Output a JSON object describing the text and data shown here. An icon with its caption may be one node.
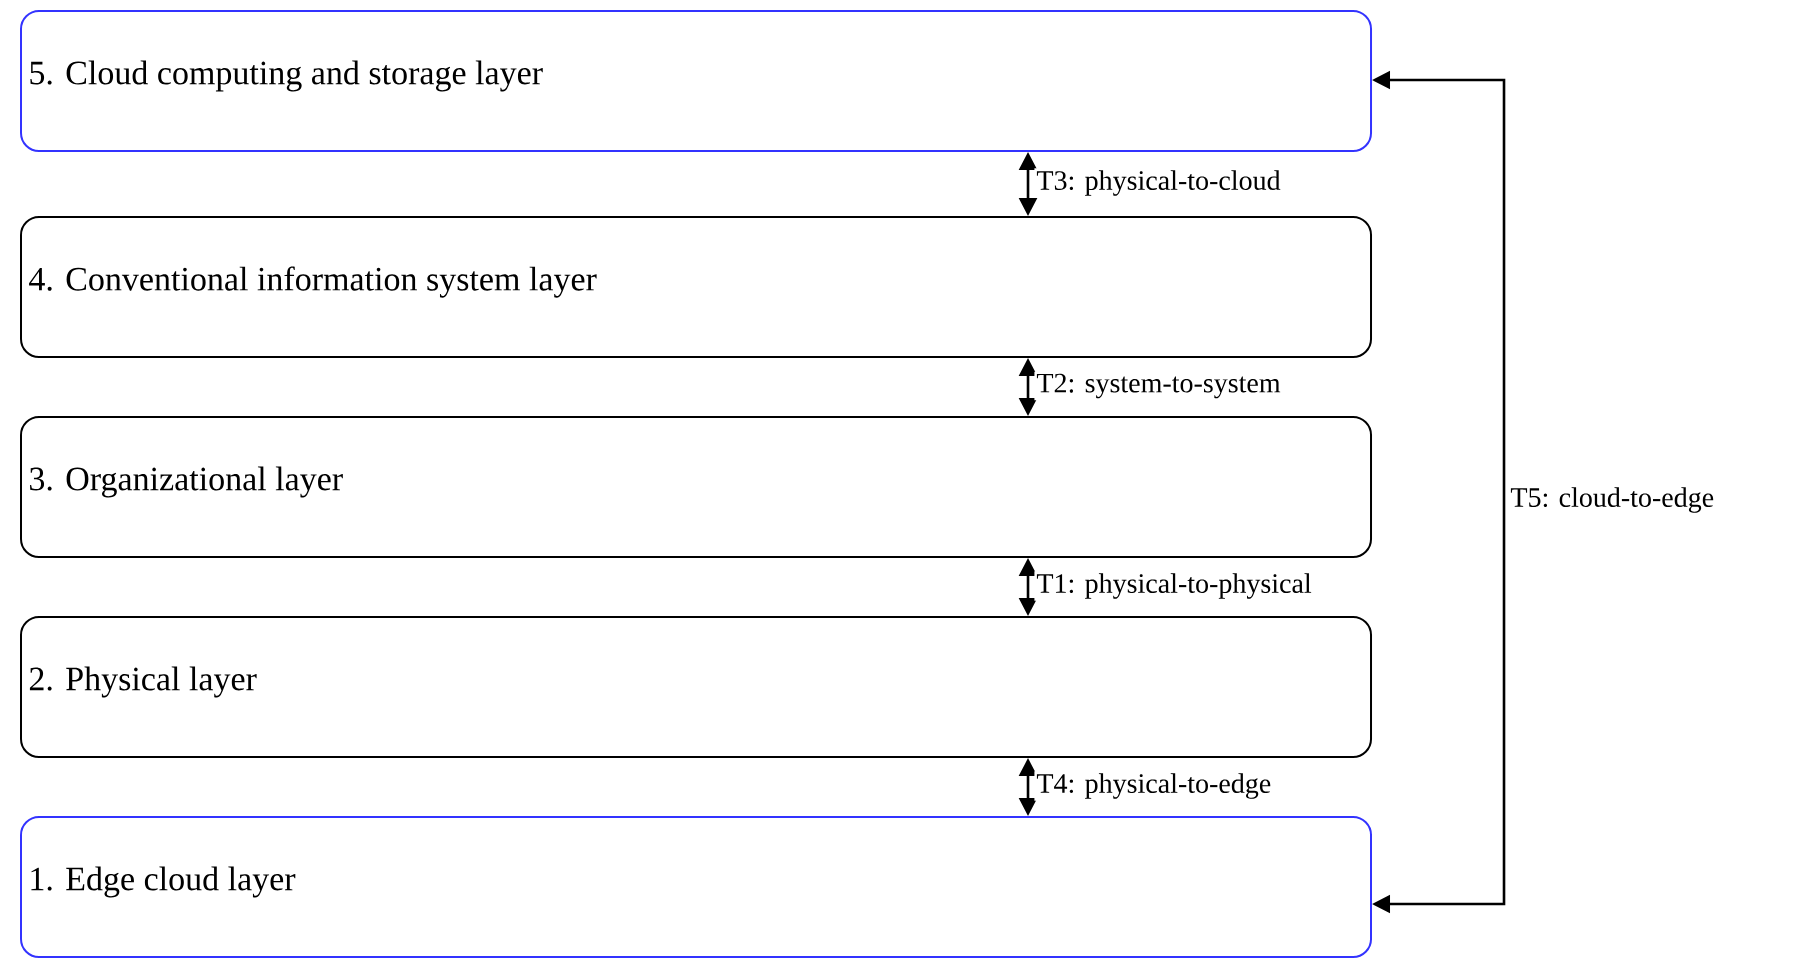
{
  "diagram": {
    "nodes": [
      {
        "text": [
          "5. Cloud computing and storage layer"
        ]
      },
      {
        "text": [
          "4. Conventional information system layer"
        ]
      },
      {
        "text": [
          "3. Organizational layer"
        ]
      },
      {
        "text": [
          "2. Physical layer"
        ]
      },
      {
        "text": [
          "1. Edge cloud layer"
        ]
      }
    ],
    "edges": [
      {
        "from": 0,
        "to": 1,
        "arrow": "both",
        "label": "T3: physical-to-cloud"
      },
      {
        "from": 1,
        "to": 2,
        "arrow": "both",
        "label": "T2: system-to-system"
      },
      {
        "from": 2,
        "to": 3,
        "arrow": "both",
        "label": "T1: physical-to-physical"
      },
      {
        "from": 3,
        "to": 4,
        "arrow": "both",
        "label": "T4: physical-to-edge"
      },
      {
        "from": 4,
        "to": 0,
        "arrow": "both",
        "label": "T5: cloud-to-edge"
      }
    ]
  }
}
